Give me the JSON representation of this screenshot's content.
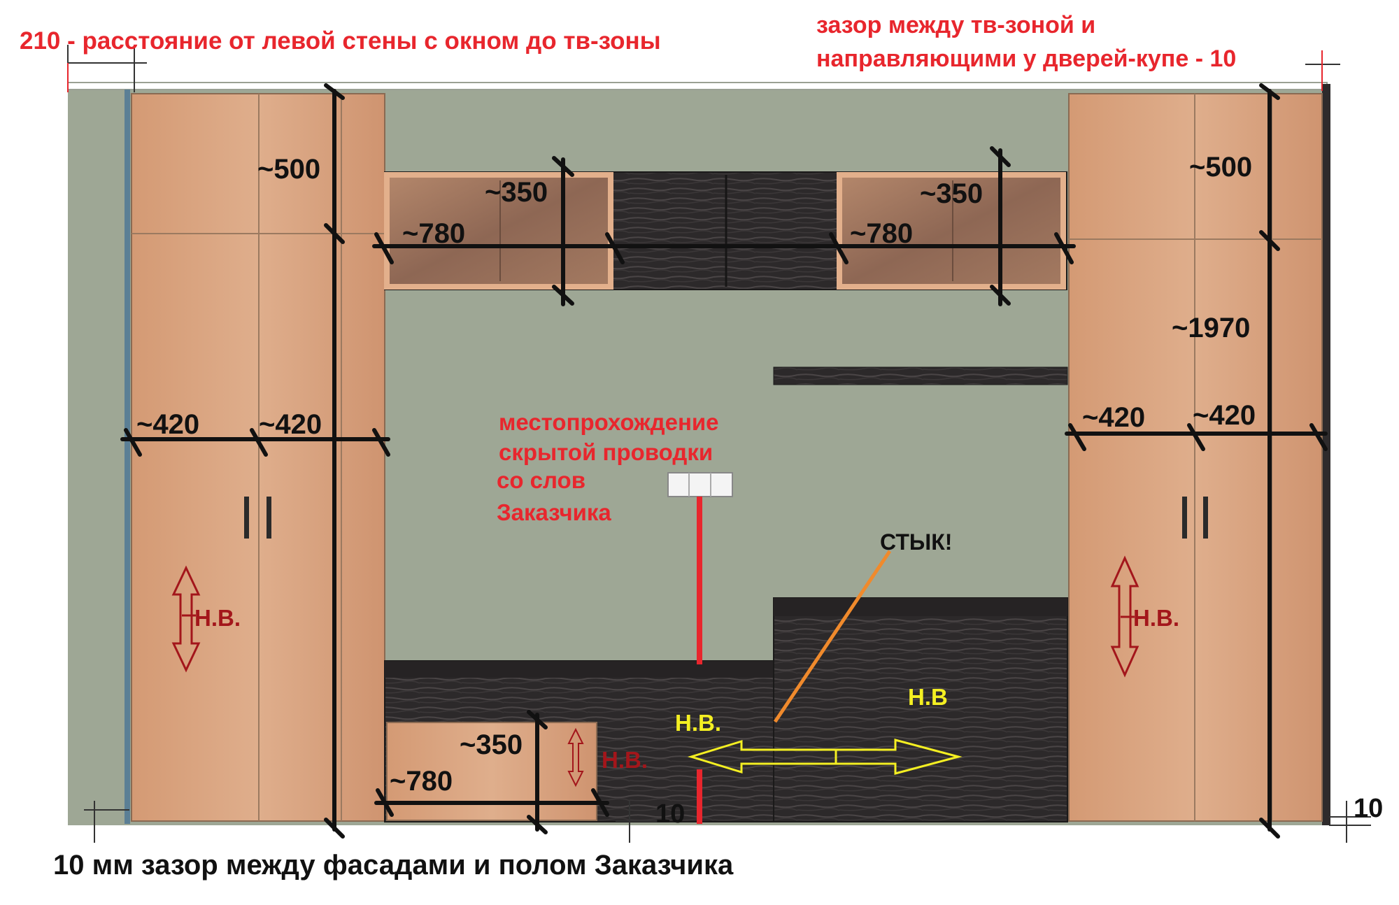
{
  "notes": {
    "left_offset": "210 - расстояние от левой стены с окном до тв-зоны",
    "gap_top_line1": "зазор между тв-зоной и",
    "gap_top_line2": "направляющими у дверей-купе - 10",
    "wiring_line1": "местопрохождение",
    "wiring_line2": "скрытой проводки",
    "wiring_line3": "со слов",
    "wiring_line4": "Заказчика",
    "joint": "СТЫК!",
    "floor_gap": "10 мм зазор между фасадами и полом Заказчика"
  },
  "dimensions": {
    "left_top_height": "~500",
    "right_top_height": "~500",
    "left_shelf_depth": "~350",
    "left_shelf_width": "~780",
    "right_shelf_depth": "~350",
    "right_shelf_width": "~780",
    "right_height": "~1970",
    "left_door1_width": "~420",
    "left_door2_width": "~420",
    "right_door1_width": "~420",
    "right_door2_width": "~420",
    "lower_depth": "~350",
    "lower_width": "~780",
    "bottom_gap_mid": "10",
    "bottom_gap_right": "10"
  },
  "labels": {
    "nv_left_wardrobe": "Н.В.",
    "nv_right_wardrobe": "Н.В.",
    "nv_lower_drawer": "Н.В.",
    "nv_lower_middle": "Н.В.",
    "nv_lower_right": "Н.В"
  },
  "colors": {
    "wall": "#9ea795",
    "wood": "#d8a27e",
    "dark_wood": "#2e2b2c",
    "annotation_red": "#e8262d",
    "yellow": "#f4ef22",
    "orange": "#f08a2c",
    "dark_red": "#a3161b"
  }
}
